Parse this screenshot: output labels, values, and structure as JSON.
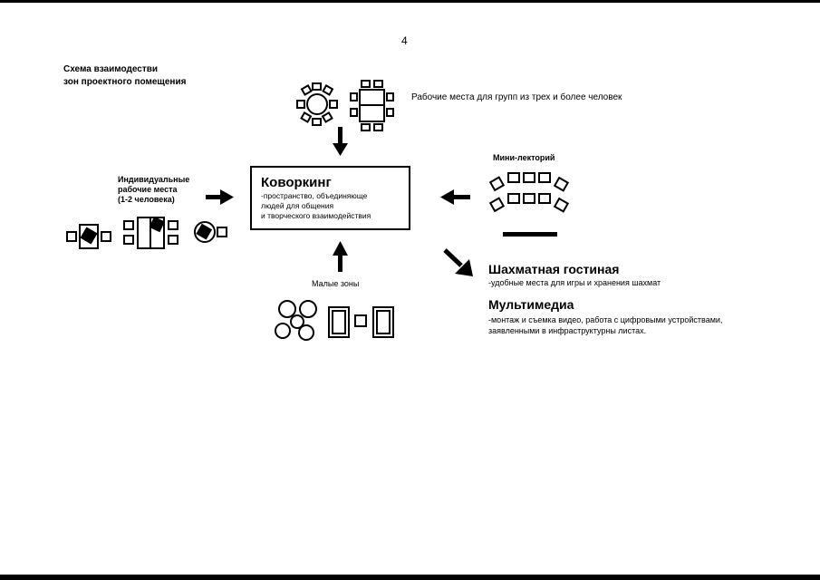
{
  "page_number": "4",
  "title_lines": [
    "Схема взаимодестви",
    "зон проектного помещения"
  ],
  "group_workspaces_label": "Рабочие места для групп из трех и более человек",
  "individual_label_lines": [
    "Индивидуальные",
    "рабочие места",
    "(1-2 человека)"
  ],
  "mini_lecture_label": "Мини-лекторий",
  "small_zones_label": "Малые зоны",
  "coworking": {
    "title": "Коворкинг",
    "desc_lines": [
      "-пространство, объединяюще",
      "людей для общения",
      "и творческого взаимодействия"
    ]
  },
  "chess_lounge": {
    "title": "Шахматная гостиная",
    "desc": "-удобные места для игры и хранения шахмат"
  },
  "multimedia": {
    "title": "Мультимедиа",
    "desc": "-монтаж и съемка видео, работа с цифровыми устройствами, заявленными в инфраструктурны листах."
  }
}
